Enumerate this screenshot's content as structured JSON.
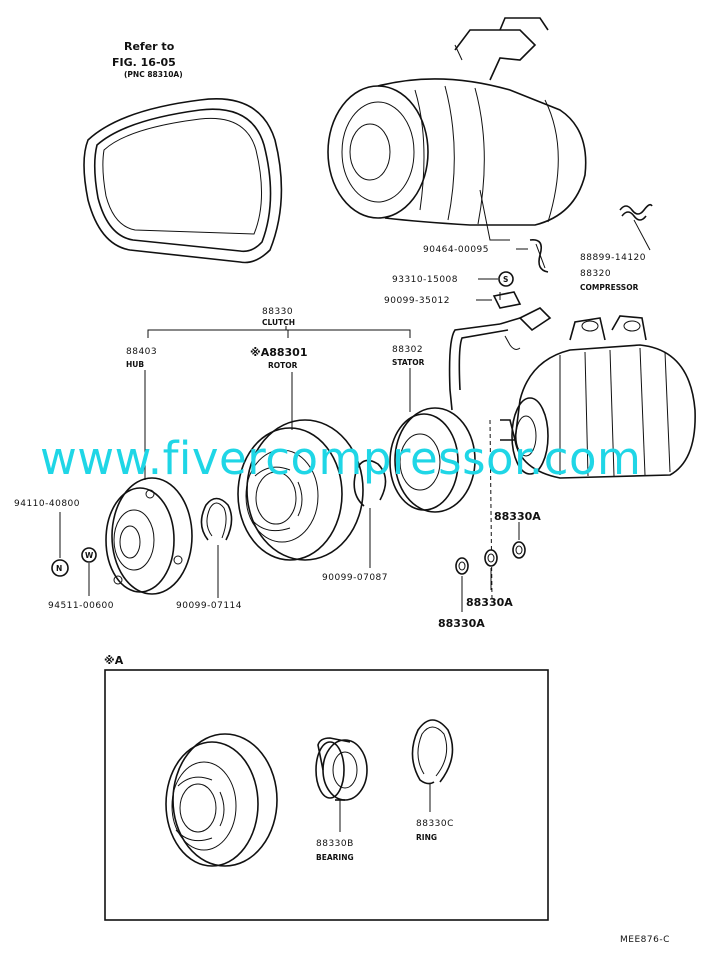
{
  "belt_ref": {
    "line1": "Refer to",
    "line2": "FIG. 16-05",
    "line3": "(PNC 88310A)"
  },
  "parts": {
    "p90464": "90464-00095",
    "p93310": "93310-15008",
    "p90099_35012": "90099-35012",
    "p88899": "88899-14120",
    "compressor_no": "88320",
    "compressor_name": "COMPRESSOR",
    "clutch_no": "88330",
    "clutch_name": "CLUTCH",
    "hub_no": "88403",
    "hub_name": "HUB",
    "rotor_no": "※A88301",
    "rotor_name": "ROTOR",
    "stator_no": "88302",
    "stator_name": "STATOR",
    "p94110": "94110-40800",
    "p94511": "94511-00600",
    "p90099_07114": "90099-07114",
    "p90099_07087": "90099-07087",
    "shim_a1": "88330A",
    "shim_a2": "88330A",
    "shim_a3": "88330A",
    "nut_symbol": "N",
    "washer_symbol": "W",
    "clip_symbol": "S"
  },
  "detail_a": {
    "title": "※A",
    "bearing_no": "88330B",
    "bearing_name": "BEARING",
    "ring_no": "88330C",
    "ring_name": "RING"
  },
  "watermark": "www.fivercompressor.com",
  "figure_code": "MEE876-C"
}
